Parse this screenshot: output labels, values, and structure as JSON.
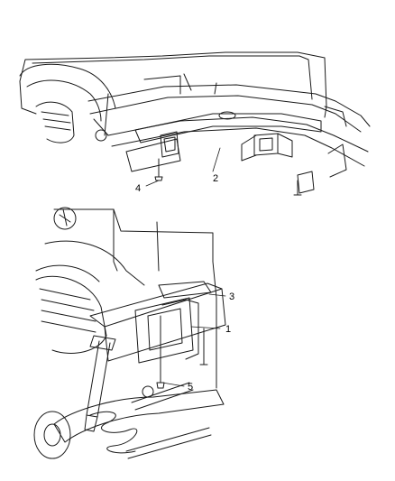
{
  "diagram": {
    "callouts": [
      {
        "id": "c1",
        "text": "1"
      },
      {
        "id": "c2",
        "text": "2"
      },
      {
        "id": "c3",
        "text": "3"
      },
      {
        "id": "c4",
        "text": "4"
      },
      {
        "id": "c5",
        "text": "5"
      }
    ],
    "colors": {
      "line": "#1a1a1a",
      "paper": "#ffffff"
    }
  }
}
